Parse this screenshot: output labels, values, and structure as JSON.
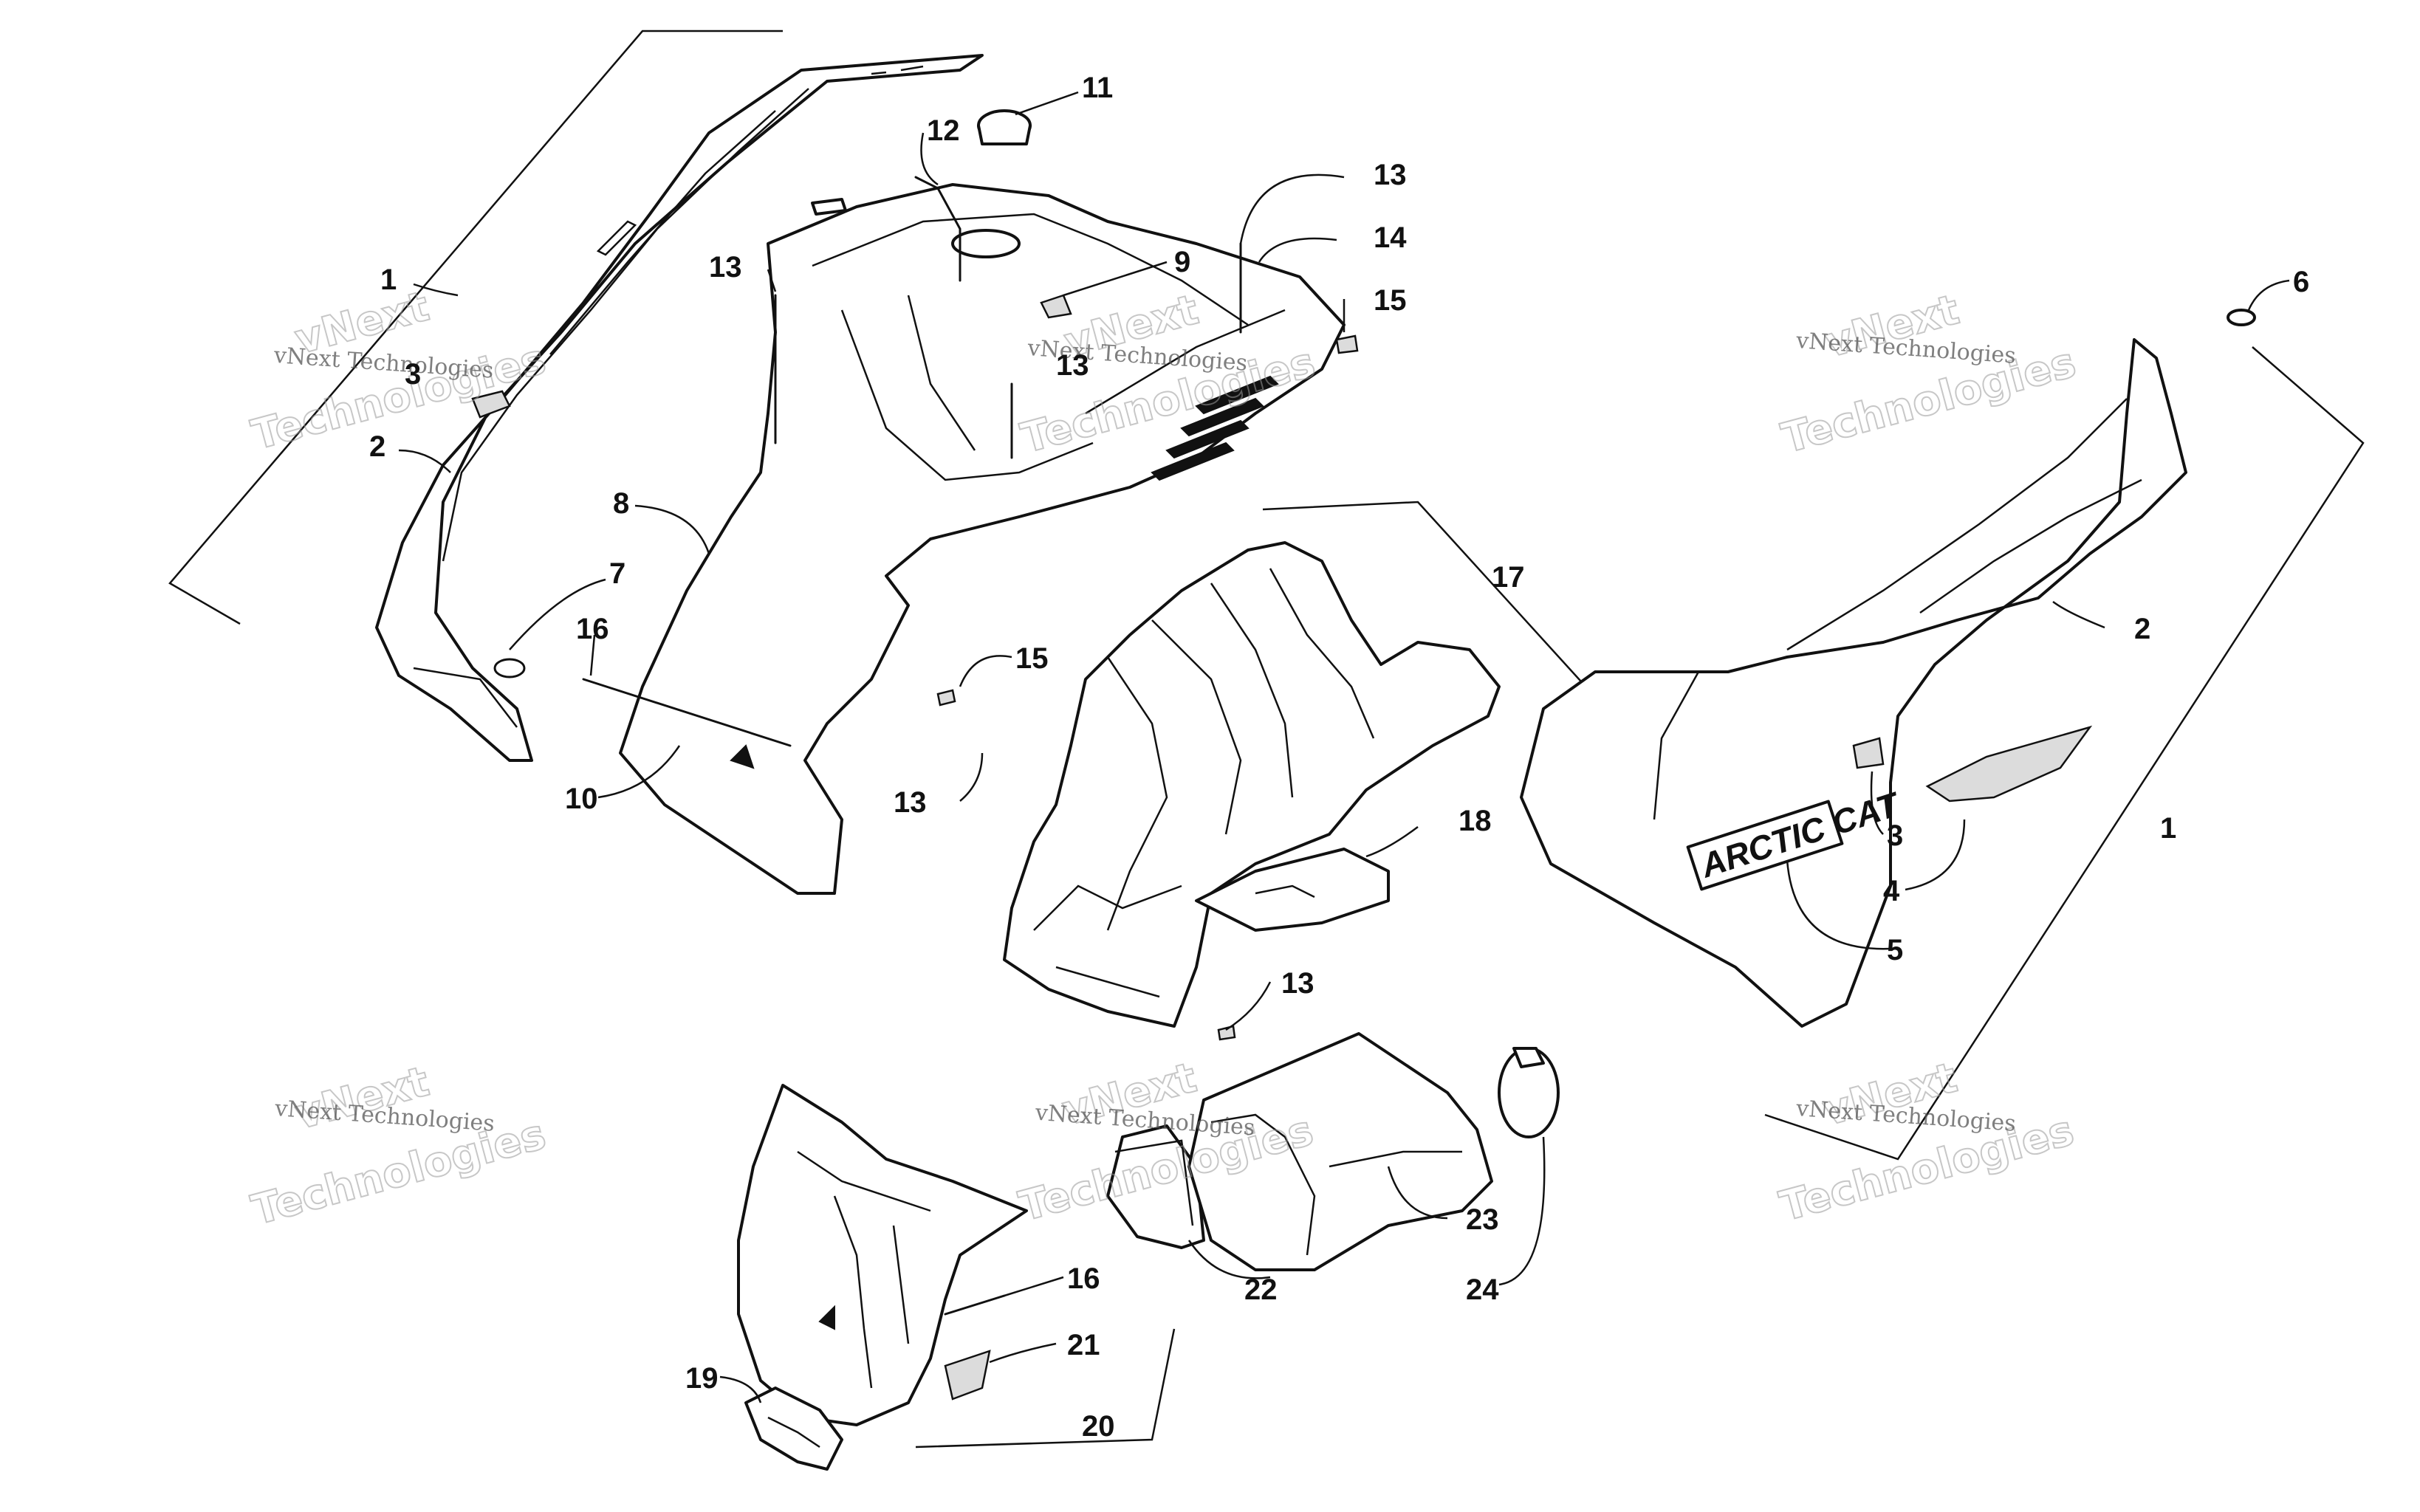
{
  "diagram": {
    "callouts": [
      {
        "id": "c1a",
        "label": "1"
      },
      {
        "id": "c2a",
        "label": "2"
      },
      {
        "id": "c3a",
        "label": "3"
      },
      {
        "id": "c7",
        "label": "7"
      },
      {
        "id": "c8",
        "label": "8"
      },
      {
        "id": "c16a",
        "label": "16"
      },
      {
        "id": "c10",
        "label": "10"
      },
      {
        "id": "c12",
        "label": "12"
      },
      {
        "id": "c11",
        "label": "11"
      },
      {
        "id": "c13a",
        "label": "13"
      },
      {
        "id": "c13b",
        "label": "13"
      },
      {
        "id": "c9",
        "label": "9"
      },
      {
        "id": "c13c",
        "label": "13"
      },
      {
        "id": "c14",
        "label": "14"
      },
      {
        "id": "c15a",
        "label": "15"
      },
      {
        "id": "c15b",
        "label": "15"
      },
      {
        "id": "c13d",
        "label": "13"
      },
      {
        "id": "c17",
        "label": "17"
      },
      {
        "id": "c18",
        "label": "18"
      },
      {
        "id": "c13e",
        "label": "13"
      },
      {
        "id": "c6",
        "label": "6"
      },
      {
        "id": "c2b",
        "label": "2"
      },
      {
        "id": "c3b",
        "label": "3"
      },
      {
        "id": "c4",
        "label": "4"
      },
      {
        "id": "c5",
        "label": "5"
      },
      {
        "id": "c1b",
        "label": "1"
      },
      {
        "id": "c23",
        "label": "23"
      },
      {
        "id": "c22",
        "label": "22"
      },
      {
        "id": "c24",
        "label": "24"
      },
      {
        "id": "c16b",
        "label": "16"
      },
      {
        "id": "c21",
        "label": "21"
      },
      {
        "id": "c19",
        "label": "19"
      },
      {
        "id": "c20",
        "label": "20"
      }
    ],
    "decal_text": "ARCTIC CAT",
    "watermark": {
      "line": "vNext Technologies",
      "big_line": "Technologies",
      "big_top": "vNext"
    }
  }
}
